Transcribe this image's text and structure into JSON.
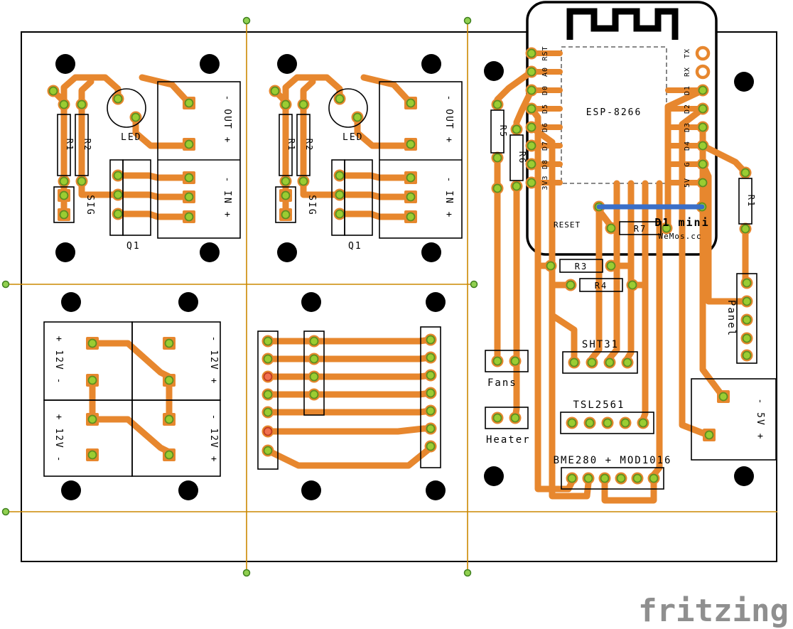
{
  "watermark": "fritzing",
  "relay1": {
    "r1": "R1",
    "r2": "R2",
    "led": "LED",
    "sig": "SIG",
    "q1": "Q1",
    "out": "- OUT +",
    "in": "- IN +"
  },
  "relay2": {
    "r1": "R1",
    "r2": "R2",
    "led": "LED",
    "sig": "SIG",
    "q1": "Q1",
    "out": "- OUT +",
    "in": "- IN +"
  },
  "power": {
    "tl": "+ 12V -",
    "tr": "- 12V +",
    "bl": "+ 12V -",
    "br": "- 12V +"
  },
  "mcu": {
    "chip": "ESP-8266",
    "board_name": "D1 mini",
    "vendor": "WeMos.cc",
    "reset": "RESET",
    "left_pins": [
      "RST",
      "A0",
      "D0",
      "D5",
      "D6",
      "D7",
      "D8",
      "3V3"
    ],
    "right_pins": [
      "TX",
      "RX",
      "D1",
      "D2",
      "D3",
      "D4",
      "G",
      "5V"
    ]
  },
  "resistors": {
    "r3": "R3",
    "r4": "R4",
    "r5": "R5",
    "r6": "R6",
    "r7": "R7",
    "r1_right": "R1"
  },
  "sensors": {
    "sht31": "SHT31",
    "tsl2561": "TSL2561",
    "bme": "BME280 + MOD1016"
  },
  "io": {
    "fans": "Fans",
    "heater": "Heater",
    "panel": "Panel",
    "psu5v": "- 5V +"
  },
  "colors": {
    "copper": "#E7872E",
    "pad_green": "#9ACD32",
    "highlight_pad": "#F07050",
    "wire_blue": "#3A6FC8",
    "grid": "#CC8800",
    "watermark": "#8F8F8F"
  }
}
